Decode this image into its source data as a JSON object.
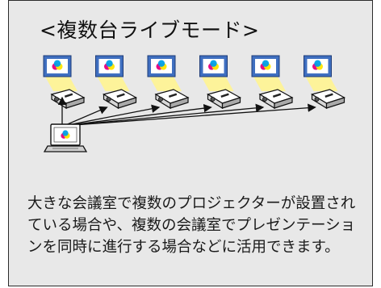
{
  "heading": "<複数台ライブモード>",
  "description": "大きな会議室で複数のプロジェクターが設置されている場合や、複数の会議室でプレゼンテーションを同時に進行する場合などに活用できます。",
  "diagram": {
    "screen_count": 6,
    "projector_count": 6,
    "colors": {
      "screen_frame": "#3f6fc0",
      "screen_bg": "#ffffff",
      "beam": "#fdf39a",
      "magenta": "#e4007f",
      "yellow": "#ffe600",
      "cyan": "#00a0e9",
      "panel_bg": "#e8e8e8"
    }
  }
}
